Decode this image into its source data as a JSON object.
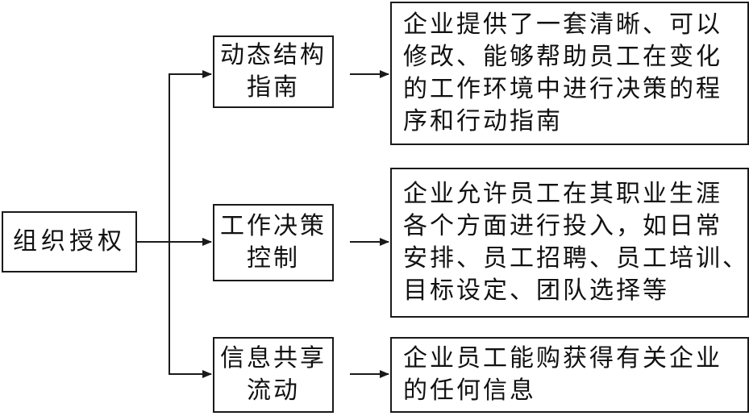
{
  "root": {
    "label": "组织授权"
  },
  "branches": [
    {
      "title_lines": [
        "动态结构",
        "指南"
      ],
      "desc_lines": [
        "企业提供了一套清晰、可以",
        "修改、能够帮助员工在变化",
        "的工作环境中进行决策的程",
        "序和行动指南"
      ]
    },
    {
      "title_lines": [
        "工作决策",
        "控制"
      ],
      "desc_lines": [
        "企业允许员工在其职业生涯",
        "各个方面进行投入，如日常",
        "安排、员工招聘、员工培训、",
        "目标设定、团队选择等"
      ]
    },
    {
      "title_lines": [
        "信息共享",
        "流动"
      ],
      "desc_lines": [
        "企业员工能购获得有关企业",
        "的任何信息"
      ]
    }
  ]
}
